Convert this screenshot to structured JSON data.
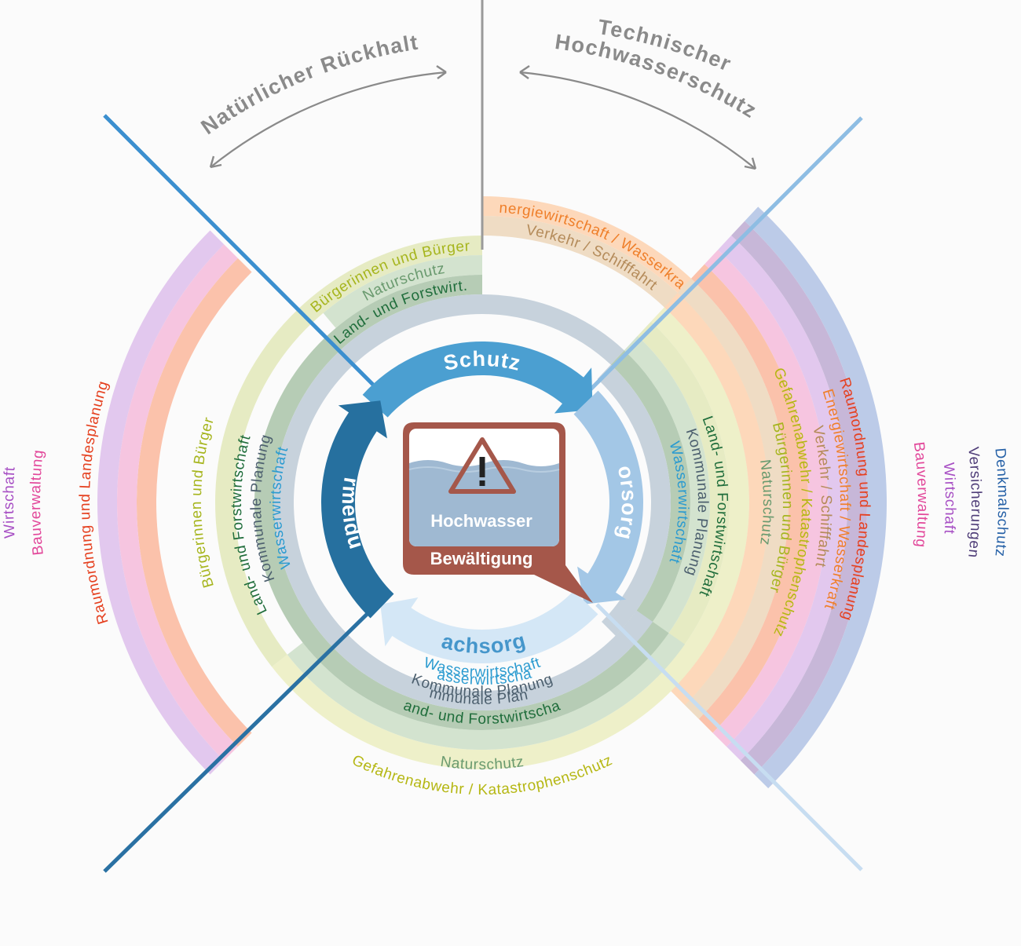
{
  "headings": {
    "left": "Natürlicher Rückhalt",
    "right_line1": "Technischer",
    "right_line2": "Hochwasserschutz"
  },
  "phases": [
    {
      "id": "schutz",
      "label": "Schutz",
      "color": "#4b9fd1",
      "text": "#ffffff"
    },
    {
      "id": "vorsorge",
      "label": "Vorsorge",
      "color": "#a3c7e6",
      "text": "#ffffff"
    },
    {
      "id": "nachsorge",
      "label": "Nachsorge",
      "color": "#d4e7f6",
      "text": "#4596cb"
    },
    {
      "id": "vermeidung",
      "label": "Vermeidung",
      "color": "#26709f",
      "text": "#ffffff"
    }
  ],
  "center": {
    "label": "Hochwasser",
    "sublabel": "Bewältigung",
    "warning_icon": "warning-triangle-icon",
    "frame_color": "#a5574a",
    "water_color": "#9fb9d2"
  },
  "rings": {
    "wasserwirtschaft": {
      "label": "Wasserwirtschaft",
      "band": "#cfe3f4",
      "text": "#2b9bd0"
    },
    "kommunale_planung": {
      "label": "Kommunale Planung",
      "band": "#c7d2dc",
      "text": "#4c5f6e"
    },
    "land_forst": {
      "label": "Land- und Forstwirtschaft",
      "short": "Land- und Forstwirt.",
      "band": "#b6ccb5",
      "text": "#1f6d3b"
    },
    "naturschutz": {
      "label": "Naturschutz",
      "band": "#d3e3cf",
      "text": "#6a9a6f"
    },
    "buergerinnen": {
      "label": "Bürgerinnen und Bürger",
      "band": "#e6ebc3",
      "text": "#a6b51d"
    },
    "gefahrenabwehr": {
      "label": "Gefahrenabwehr / Katastrophenschutz",
      "band": "#eef0c9",
      "text": "#b5b713"
    },
    "verkehr": {
      "label": "Verkehr / Schifffahrt",
      "band": "#efdcc4",
      "text": "#b48b5a"
    },
    "energie": {
      "label": "Energiewirtschaft / Wasserkraft",
      "band": "#fdd8ba",
      "text": "#ef7f2a"
    },
    "raumordnung": {
      "label": "Raumordnung und Landesplanung",
      "band": "#fbc2ab",
      "text": "#e5401f"
    },
    "bauverwaltung": {
      "label": "Bauverwaltung",
      "band": "#f6c5e0",
      "text": "#e2479a"
    },
    "wirtschaft": {
      "label": "Wirtschaft",
      "band": "#e2c8ee",
      "text": "#a74fc4"
    },
    "versicherungen": {
      "label": "Versicherungen",
      "band": "#c7b7d8",
      "text": "#4f3d78"
    },
    "denkmalschutz": {
      "label": "Denkmalschutz",
      "band": "#bccbe8",
      "text": "#2661a7"
    }
  },
  "divider_colors": {
    "upper_left": "#3b8fcf",
    "upper_right": "#8ebde3",
    "lower_left": "#2a71a3",
    "lower_right": "#c7ddf1",
    "vertical": "#9a9a9a"
  }
}
